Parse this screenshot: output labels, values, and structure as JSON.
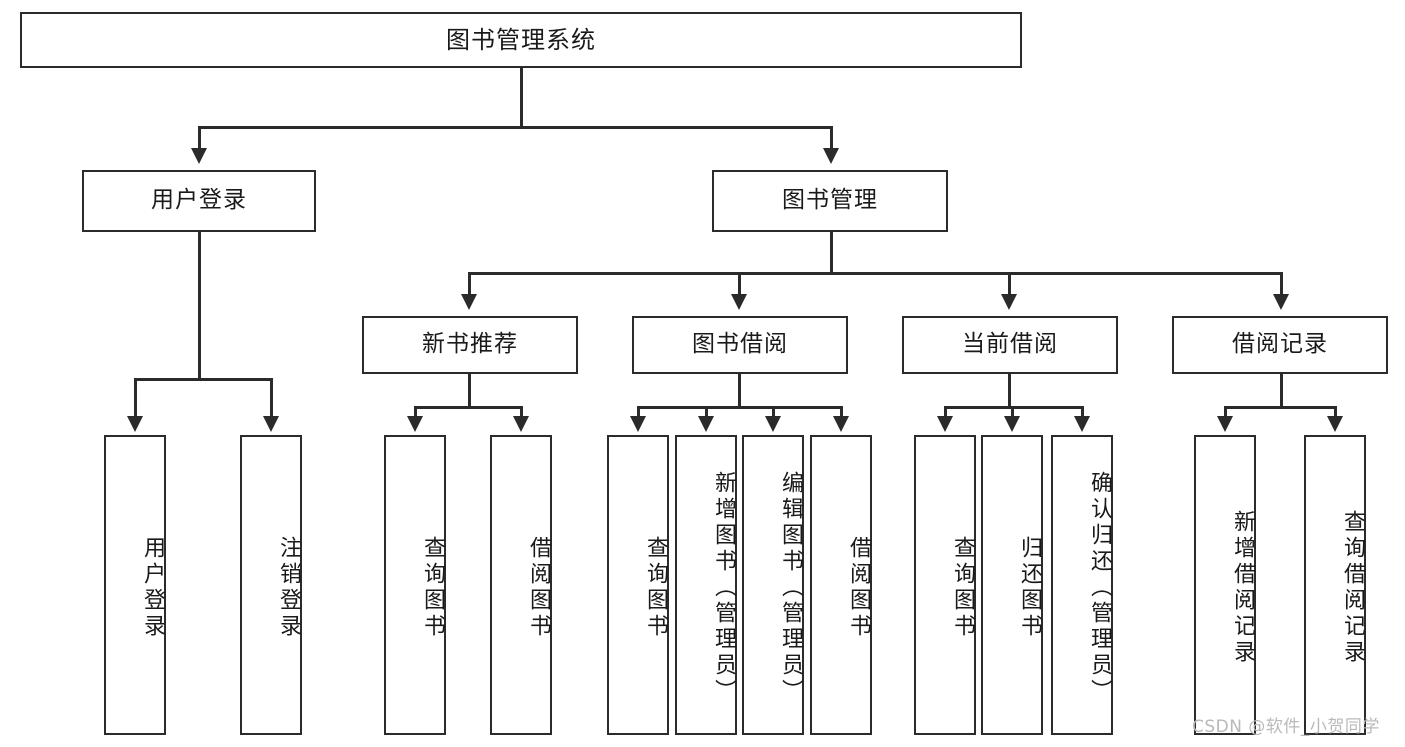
{
  "diagram": {
    "type": "hierarchy-tree",
    "title": "图书管理系统",
    "levels": 4,
    "root": {
      "label": "图书管理系统"
    },
    "level2": [
      {
        "label": "用户登录"
      },
      {
        "label": "图书管理"
      }
    ],
    "level3": [
      {
        "label": "新书推荐"
      },
      {
        "label": "图书借阅"
      },
      {
        "label": "当前借阅"
      },
      {
        "label": "借阅记录"
      }
    ],
    "leaves": {
      "user_login": [
        {
          "label": "用户登录"
        },
        {
          "label": "注销登录"
        }
      ],
      "new_book_recommend": [
        {
          "label": "查询图书"
        },
        {
          "label": "借阅图书"
        }
      ],
      "book_borrow": [
        {
          "label": "查询图书"
        },
        {
          "label": "新增图书（管理员）"
        },
        {
          "label": "编辑图书（管理员）"
        },
        {
          "label": "借阅图书"
        }
      ],
      "current_borrow": [
        {
          "label": "查询图书"
        },
        {
          "label": "归还图书"
        },
        {
          "label": "确认归还（管理员）"
        }
      ],
      "borrow_record": [
        {
          "label": "新增借阅记录"
        },
        {
          "label": "查询借阅记录"
        }
      ]
    },
    "watermark": "CSDN @软件_小贺同学",
    "colors": {
      "stroke": "#2b2b2b",
      "fill": "#ffffff",
      "text": "#1a1a1a",
      "watermark": "#b9b9b9"
    }
  }
}
